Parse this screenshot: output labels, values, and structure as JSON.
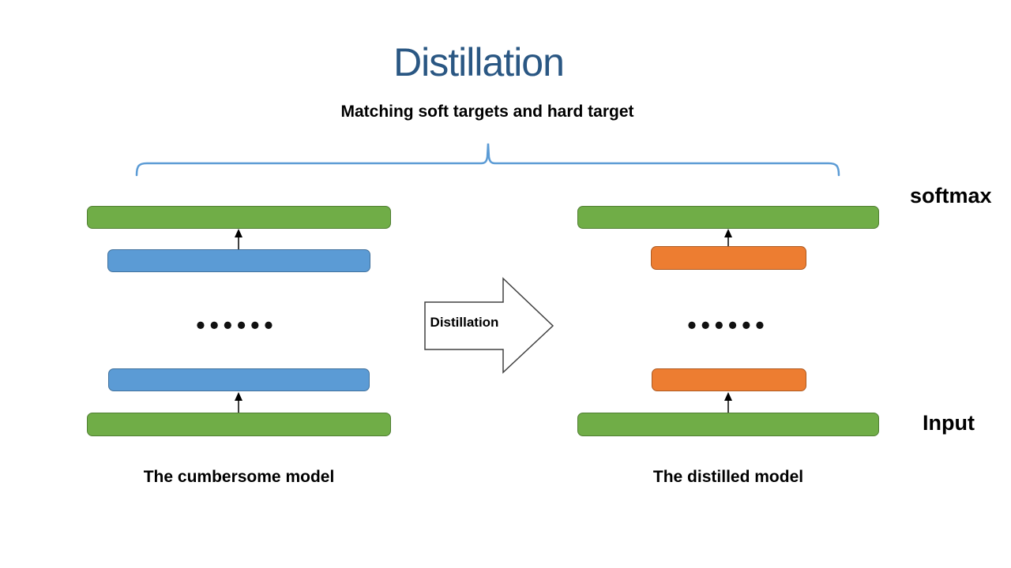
{
  "slide": {
    "title": "Distillation",
    "subtitle": "Matching soft targets and hard target"
  },
  "labels": {
    "softmax": "softmax",
    "input": "Input"
  },
  "distillation_arrow": {
    "label": "Distillation"
  },
  "models": {
    "left": {
      "caption": "The cumbersome model",
      "ellipsis": "••••••"
    },
    "right": {
      "caption": "The distilled model",
      "ellipsis": "••••••"
    }
  },
  "colors": {
    "title_blue": "#2A5783",
    "brace_blue": "#5B9BD5",
    "green_fill": "#70AD47",
    "green_border": "#507E32",
    "blue_fill": "#5B9BD5",
    "blue_border": "#41719C",
    "orange_fill": "#ED7D31",
    "orange_border": "#AE5A21"
  }
}
